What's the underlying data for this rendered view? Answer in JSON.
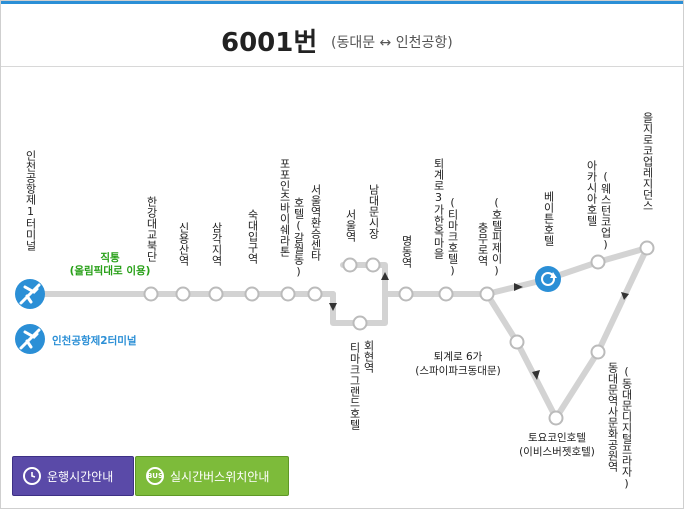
{
  "route": {
    "number": "6001번",
    "direction": "(동대문 ↔ 인천공항)"
  },
  "express": {
    "label": "직통",
    "note": "(올림픽대로 이용)"
  },
  "stops": {
    "t1": "인천공항제1터미널",
    "t2": "인천공항제2터미널",
    "hangang": "한강대교북단",
    "sinyongsan": "신용산역",
    "samgakji": "삼각지역",
    "sookdae": "숙대입구역",
    "popo": "포포인츠바이쉐라톤",
    "galwol": "호텔(갈월동)",
    "seoulstation": "서울역환승센타",
    "seoulyeok": "서울역",
    "namdaemun": "남대문시장",
    "hoehyeon": "회현역",
    "tmark": "티마크그랜드호텔",
    "myeongdong": "명동역",
    "toegye3": "퇴계로3가한옥마을",
    "tmark2": "(티마크호텔)",
    "chungmuro": "충무로역",
    "hotelpj": "(호텔피제이)",
    "toegye6": "퇴계로 6가",
    "spaipa": "(스파이파크동대문)",
    "toyoko": "토요코인호텔",
    "ibis": "(이비스버젯호텔)",
    "ddp": "동대문역사문화공원역",
    "ddp_plaza": "(동대문디지털프라자)",
    "eulji": "을지로코업레지던스",
    "acacia": "아카시아호텔",
    "western": "(웨스턴코업)",
    "benikea": "베이튼호텔"
  },
  "buttons": {
    "schedule": "운행시간안내",
    "bus_location": "실시간버스위치안내",
    "bus_icon": "BUS"
  },
  "colors": {
    "accent": "#2b8fd6",
    "route_line": "#d3d3d3",
    "express_text": "#28a018",
    "schedule_btn": "#5a4aa8",
    "location_btn": "#7dbb3a"
  }
}
